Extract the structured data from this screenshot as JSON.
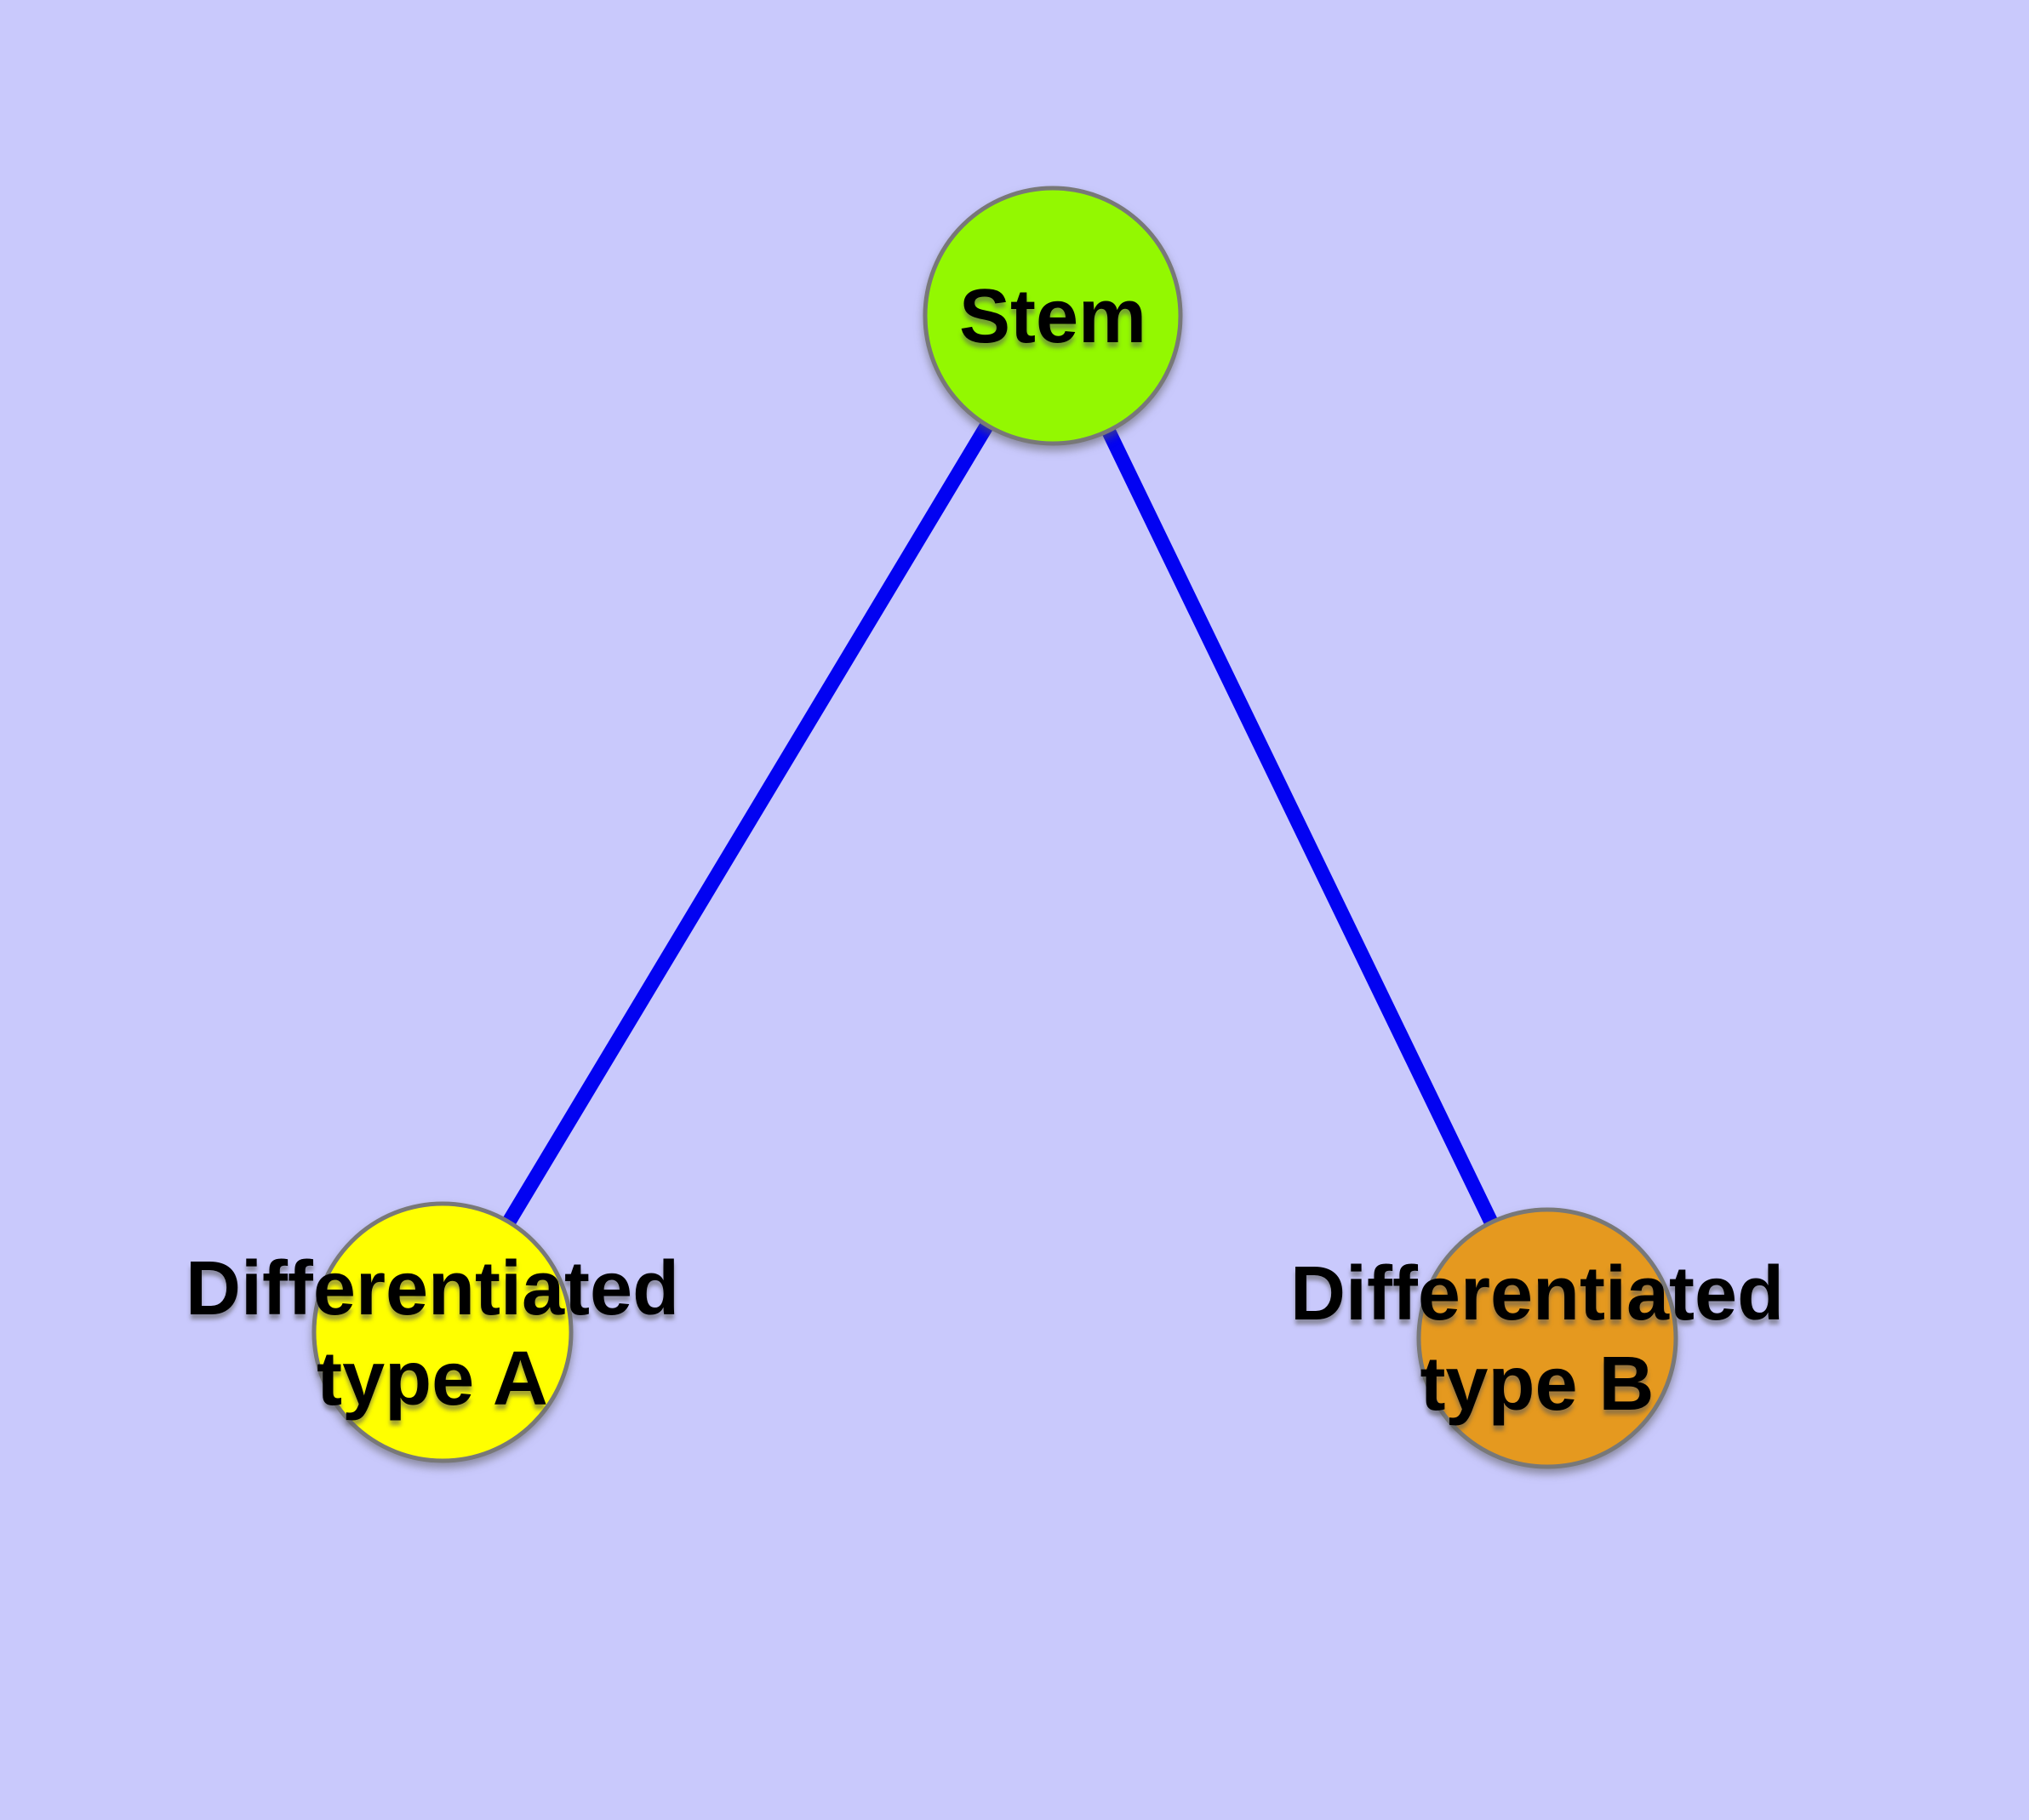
{
  "canvas": {
    "background_color": "#c9c9fc",
    "edge_color": "#0202f2"
  },
  "nodes": [
    {
      "name": "stem",
      "label": "Stem",
      "fill_color": "#93f801",
      "border_color": "#787878",
      "text_color": "#000000"
    },
    {
      "name": "differentiated-type-a",
      "label": "Differentiated\ntype A",
      "fill_color": "#ffff00",
      "border_color": "#787878",
      "text_color": "#000000"
    },
    {
      "name": "differentiated-type-b",
      "label": "Differentiated\ntype B",
      "fill_color": "#e5991f",
      "border_color": "#787878",
      "text_color": "#000000"
    }
  ],
  "edges": [
    {
      "name": "stem-to-type-a",
      "from": "stem",
      "to": "differentiated-type-a"
    },
    {
      "name": "stem-to-type-b",
      "from": "stem",
      "to": "differentiated-type-b"
    }
  ]
}
